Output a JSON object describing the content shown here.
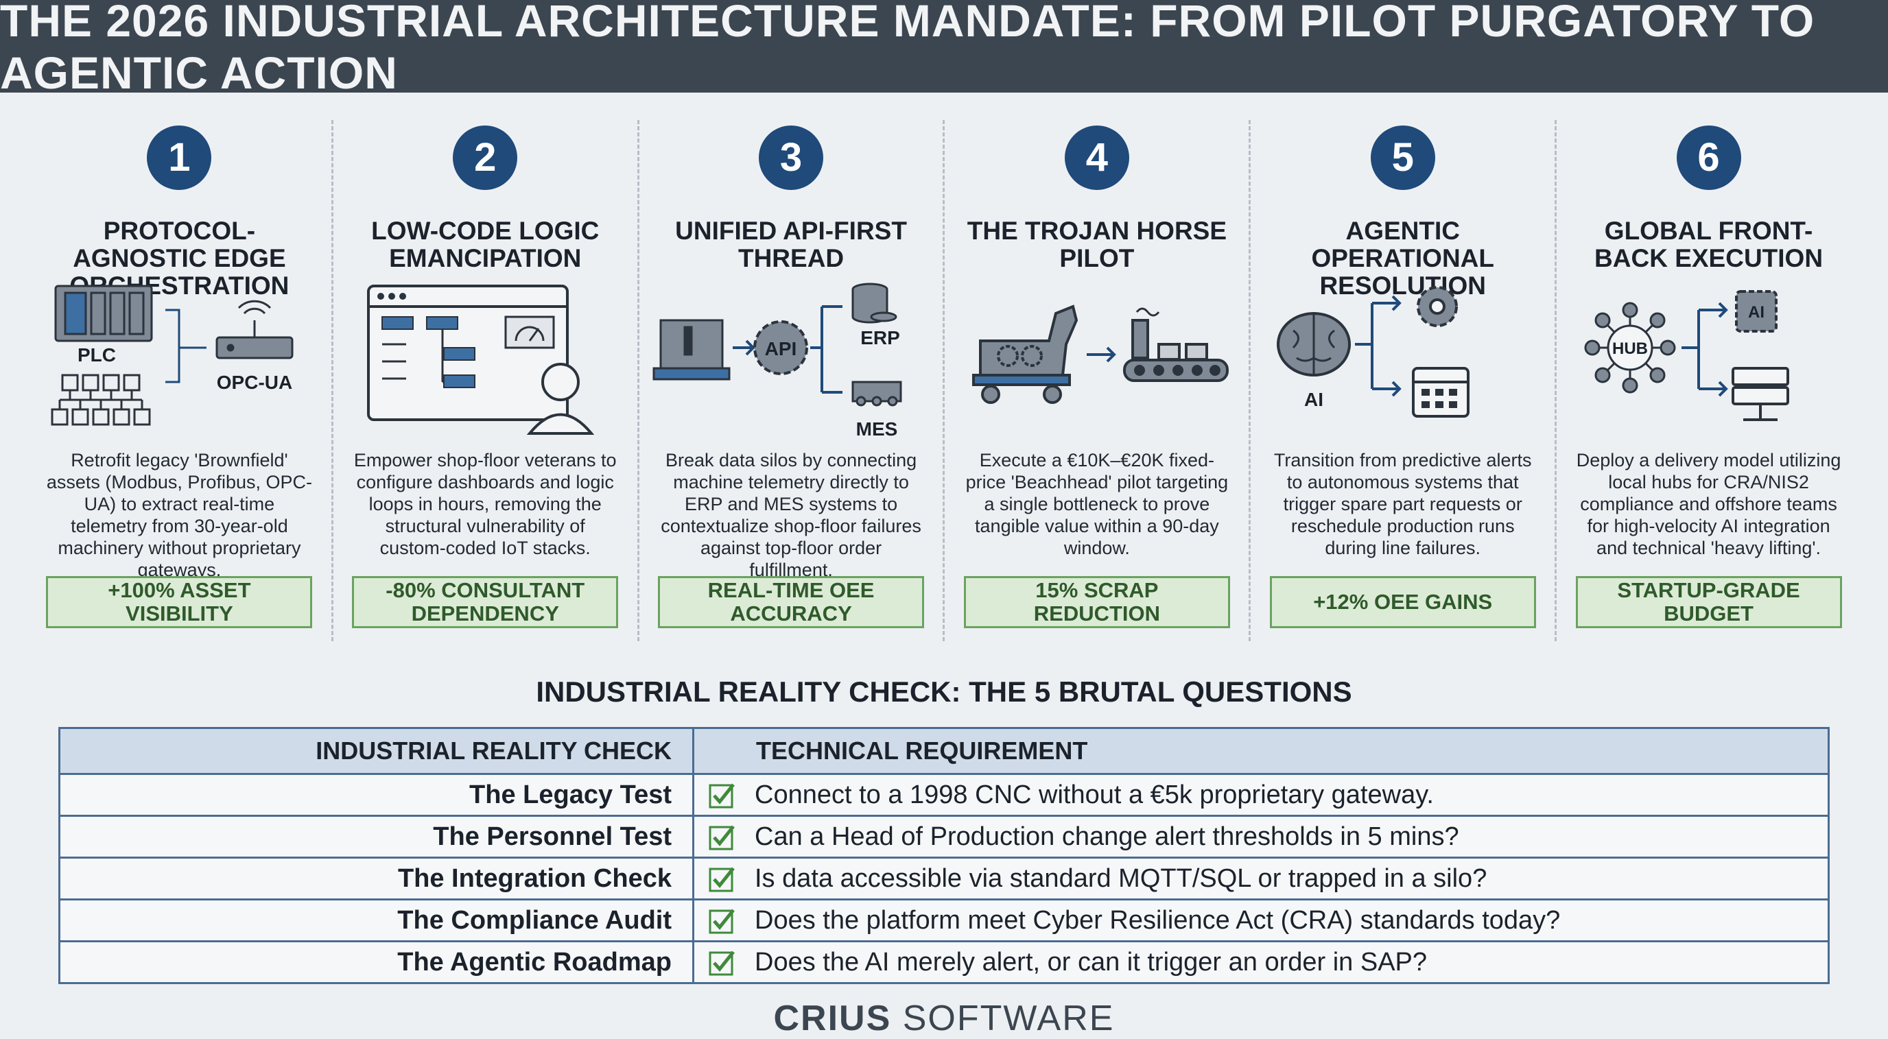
{
  "header": {
    "title": "THE 2026 INDUSTRIAL ARCHITECTURE MANDATE: FROM PILOT PURGATORY TO AGENTIC ACTION"
  },
  "columns": [
    {
      "number": "1",
      "title": "Protocol-Agnostic Edge Orchestration",
      "labels": {
        "a": "PLC",
        "b": "OPC-UA"
      },
      "description": "Retrofit legacy 'Brownfield' assets (Modbus, Profibus, OPC-UA) to extract real-time telemetry from 30-year-old machinery without proprietary gateways.",
      "badge": "+100% Asset Visibility"
    },
    {
      "number": "2",
      "title": "Low-Code Logic Emancipation",
      "description": "Empower shop-floor veterans to configure dashboards and logic loops in hours, removing the structural vulnerability of custom-coded IoT stacks.",
      "badge": "-80% Consultant Dependency"
    },
    {
      "number": "3",
      "title": "Unified API-First Thread",
      "labels": {
        "api": "API",
        "erp": "ERP",
        "mes": "MES"
      },
      "description": "Break data silos by connecting machine telemetry directly to ERP and MES systems to contextualize shop-floor failures against top-floor order fulfillment.",
      "badge": "Real-Time OEE Accuracy"
    },
    {
      "number": "4",
      "title": "The Trojan Horse Pilot",
      "description": "Execute a €10K–€20K fixed-price 'Beachhead' pilot targeting a single bottleneck to prove tangible value within a 90-day window.",
      "badge": "15% Scrap Reduction"
    },
    {
      "number": "5",
      "title": "Agentic Operational Resolution",
      "labels": {
        "ai": "AI"
      },
      "description": "Transition from predictive alerts to autonomous systems that trigger spare part requests or reschedule production runs during line failures.",
      "badge": "+12% OEE Gains"
    },
    {
      "number": "6",
      "title": "Global Front-Back Execution",
      "labels": {
        "hub": "HUB",
        "ai": "AI"
      },
      "description": "Deploy a delivery model utilizing local hubs for CRA/NIS2 compliance and offshore teams for high-velocity AI integration and technical 'heavy lifting'.",
      "badge": "Startup-Grade Budget"
    }
  ],
  "reality_check": {
    "title": "INDUSTRIAL REALITY CHECK: THE 5 BRUTAL QUESTIONS",
    "headers": [
      "INDUSTRIAL REALITY CHECK",
      "TECHNICAL REQUIREMENT"
    ],
    "rows": [
      {
        "test": "The Legacy Test",
        "requirement": "Connect to a 1998 CNC without a €5k proprietary gateway."
      },
      {
        "test": "The Personnel Test",
        "requirement": "Can a Head of Production change alert thresholds in 5 mins?"
      },
      {
        "test": "The Integration Check",
        "requirement": "Is data accessible via standard MQTT/SQL or trapped in a silo?"
      },
      {
        "test": "The Compliance Audit",
        "requirement": "Does the platform meet Cyber Resilience Act (CRA) standards today?"
      },
      {
        "test": "The Agentic Roadmap",
        "requirement": "Does the AI merely alert, or can it trigger an order in SAP?"
      }
    ]
  },
  "footer": {
    "brand_bold": "CRIUS",
    "brand_light": " SOFTWARE"
  },
  "colors": {
    "header_bg": "#3c4650",
    "number_circle": "#1f4a7a",
    "badge_bg": "#dcebd6",
    "badge_border": "#6aa35f",
    "table_border": "#4b6c92",
    "check": "#3f8a3a"
  }
}
